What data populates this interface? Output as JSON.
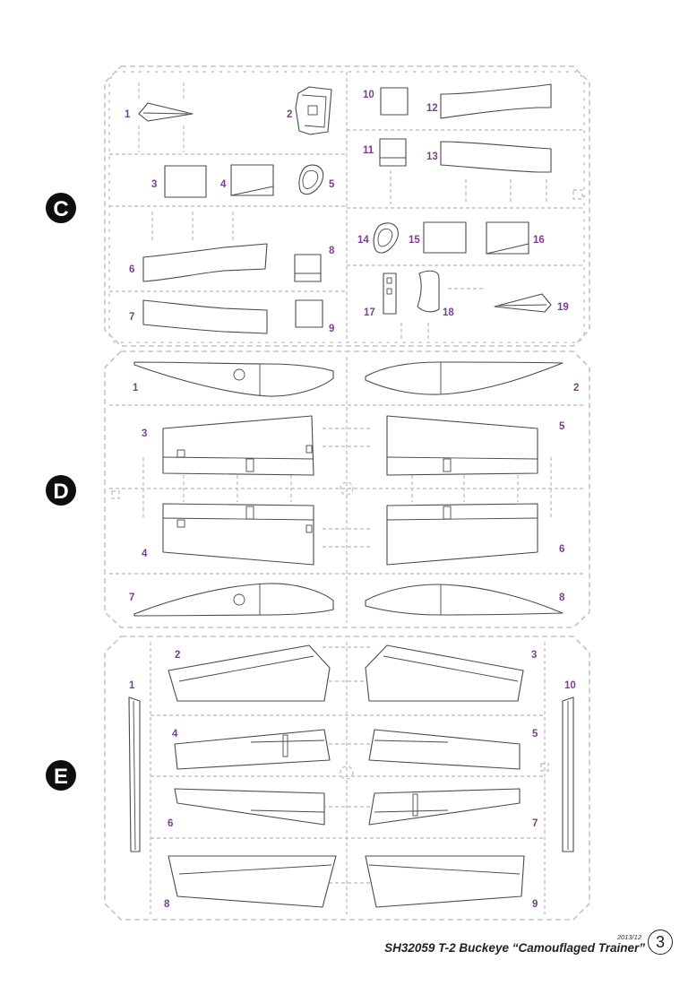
{
  "sprues": [
    {
      "letter": "C",
      "parts": [
        "1",
        "2",
        "3",
        "4",
        "5",
        "6",
        "7",
        "8",
        "9",
        "10",
        "11",
        "12",
        "13",
        "14",
        "15",
        "16",
        "17",
        "18",
        "19"
      ]
    },
    {
      "letter": "D",
      "parts": [
        "1",
        "2",
        "3",
        "4",
        "5",
        "6",
        "7",
        "8"
      ]
    },
    {
      "letter": "E",
      "parts": [
        "1",
        "2",
        "3",
        "4",
        "5",
        "6",
        "7",
        "8",
        "9",
        "10"
      ]
    }
  ],
  "footer": {
    "title": "SH32059 T-2 Buckeye “Camouflaged Trainer”",
    "date": "2013/12",
    "page": "3"
  }
}
